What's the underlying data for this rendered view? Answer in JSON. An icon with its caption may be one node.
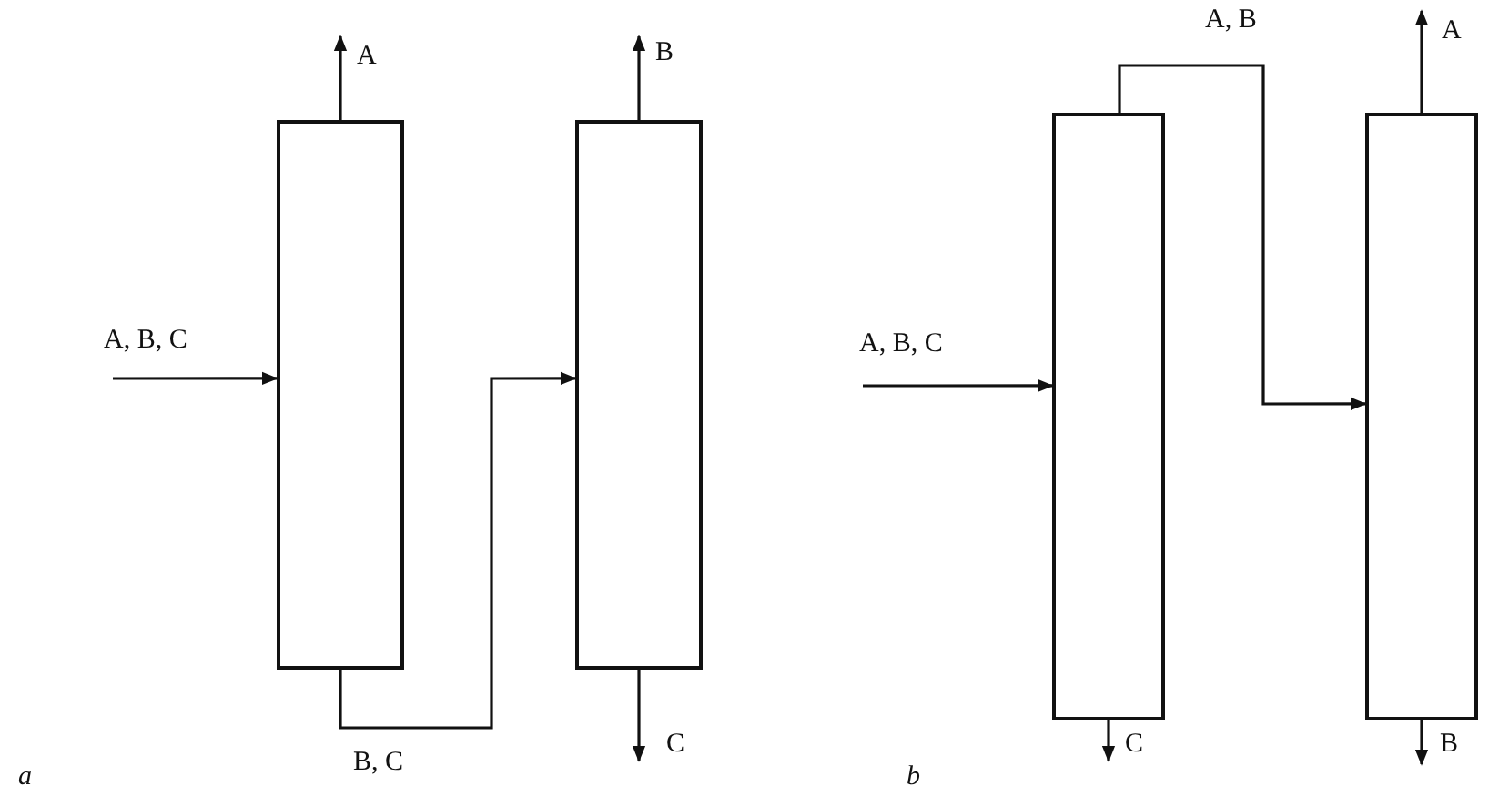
{
  "diagram": {
    "nodes": [
      {
        "text": [],
        "shape": "box"
      },
      {
        "text": [],
        "shape": "box"
      },
      {
        "text": [],
        "shape": "box"
      },
      {
        "text": [],
        "shape": "box"
      }
    ],
    "edges": [
      {
        "from": null,
        "to": 0,
        "arrow": "to",
        "label": "A, B, C"
      },
      {
        "from": 0,
        "to": null,
        "arrow": "to",
        "label": "A"
      },
      {
        "from": 0,
        "to": 1,
        "arrow": "to",
        "label": "B, C"
      },
      {
        "from": 1,
        "to": null,
        "arrow": "to",
        "label": "B"
      },
      {
        "from": 1,
        "to": null,
        "arrow": "to",
        "label": "C"
      },
      {
        "from": null,
        "to": 2,
        "arrow": "to",
        "label": "A, B, C"
      },
      {
        "from": 2,
        "to": 3,
        "arrow": "to",
        "label": "A, B"
      },
      {
        "from": 2,
        "to": null,
        "arrow": "to",
        "label": "C"
      },
      {
        "from": 3,
        "to": null,
        "arrow": "to",
        "label": "A"
      },
      {
        "from": 3,
        "to": null,
        "arrow": "to",
        "label": "B"
      }
    ],
    "labels": [
      "a",
      "b"
    ]
  }
}
